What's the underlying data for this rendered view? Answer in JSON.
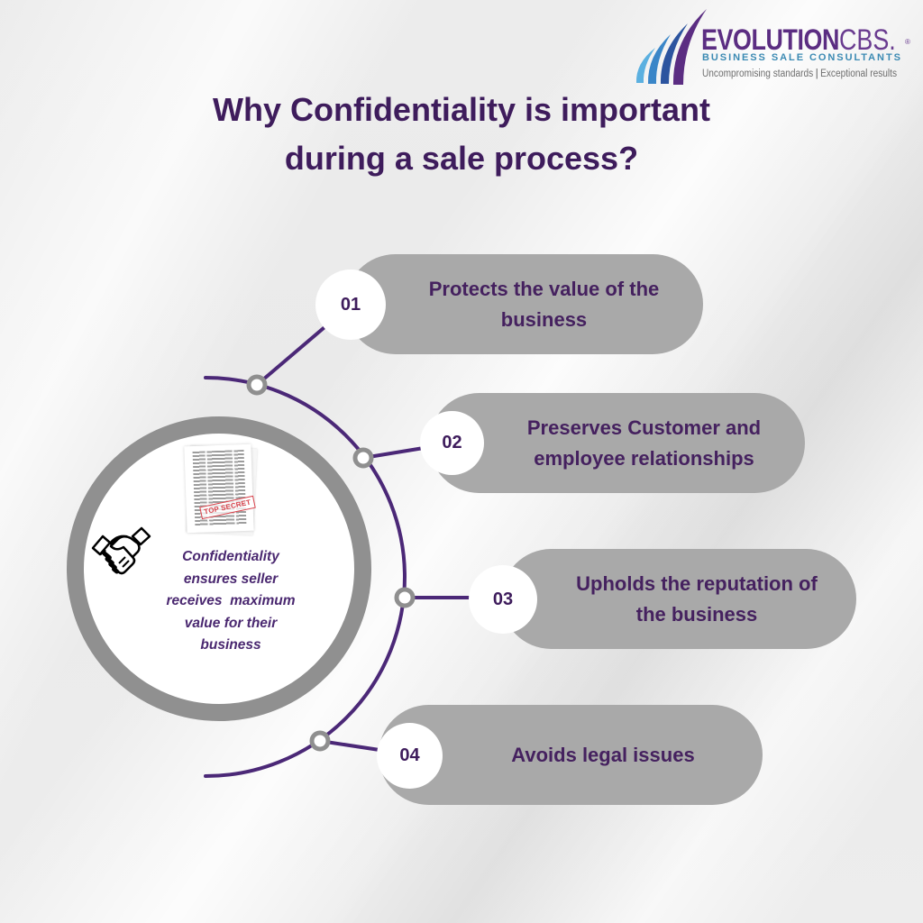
{
  "logo": {
    "brand_bold": "EVOLUTION",
    "brand_light": "CBS.",
    "registered": "®",
    "subtitle": "BUSINESS SALE CONSULTANTS",
    "tagline_left": "Uncompromising standards",
    "tagline_sep": "|",
    "tagline_right": "Exceptional results",
    "icon": "evolution-swoosh-icon",
    "swoosh_colors": [
      "#5bb0e0",
      "#3a86c8",
      "#2c549f",
      "#5b2d82"
    ]
  },
  "title": {
    "line1": "Why Confidentiality is important",
    "line2": "during a sale process?"
  },
  "center": {
    "lines": [
      "Confidentiality",
      "ensures seller",
      "receives  maximum",
      "value for their",
      "business"
    ],
    "document_stamp": "TOP SECRET",
    "icons": [
      "handshake-icon",
      "top-secret-document-icon"
    ]
  },
  "items": [
    {
      "number": "01",
      "lines": [
        "Protects the value of the",
        "business"
      ]
    },
    {
      "number": "02",
      "lines": [
        "Preserves Customer and",
        "employee relationships"
      ]
    },
    {
      "number": "03",
      "lines": [
        "Upholds the reputation of",
        "the business"
      ]
    },
    {
      "number": "04",
      "lines": [
        "Avoids legal issues"
      ]
    }
  ],
  "colors": {
    "title_purple": "#3e1c5c",
    "text_purple": "#45215f",
    "arc_purple": "#4b2877",
    "pill_gray": "#a9a9a9",
    "ring_gray": "#909090",
    "node_gray": "#8f8f8f",
    "subtitle_teal": "#3b8ab3",
    "stamp_red": "#d8434c"
  }
}
